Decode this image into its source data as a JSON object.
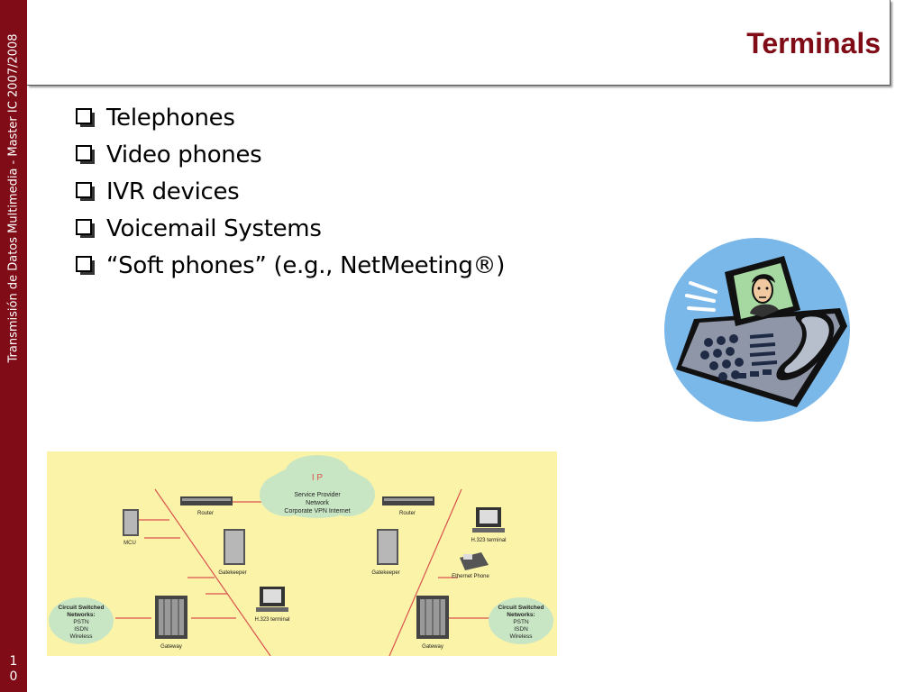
{
  "sidebar": {
    "text": "Transmisión de Datos Multimedia - Master IC 2007/2008",
    "page_number": "10"
  },
  "slide": {
    "title": "Terminals",
    "bullets": [
      "Telephones",
      "Video phones",
      "IVR devices",
      "Voicemail Systems",
      "“Soft phones” (e.g., NetMeeting®)"
    ]
  },
  "diagram": {
    "cloud_ip": "I P",
    "cloud_line1": "Service Provider",
    "cloud_line2": "Network",
    "cloud_line3": "Corporate VPN Internet",
    "router_left": "Router",
    "router_right": "Router",
    "mcu": "MCU",
    "gatekeeper_left": "Gatekeeper",
    "gatekeeper_right": "Gatekeeper",
    "h323_left": "H.323 terminal",
    "h323_right": "H.323 terminal",
    "ethernet_phone": "Ethernet Phone",
    "gateway_left": "Gateway",
    "gateway_right": "Gateway",
    "csn_left_title1": "Circuit Switched",
    "csn_left_title2": "Networks:",
    "csn_left_pstn": "PSTN",
    "csn_left_isdn": "ISDN",
    "csn_left_wireless": "Wireless",
    "csn_right_title1": "Circuit Switched",
    "csn_right_title2": "Networks:",
    "csn_right_pstn": "PSTN",
    "csn_right_isdn": "ISDN",
    "csn_right_wireless": "Wireless"
  },
  "colors": {
    "accent": "#7f0c16",
    "diagram_background": "#fbf3a8",
    "cloud": "#c8e6c4",
    "network_line": "#d9534f",
    "phone_circle": "#7bb8ea"
  },
  "icons": [
    "checkbox-bullet-icon",
    "video-phone-icon"
  ]
}
